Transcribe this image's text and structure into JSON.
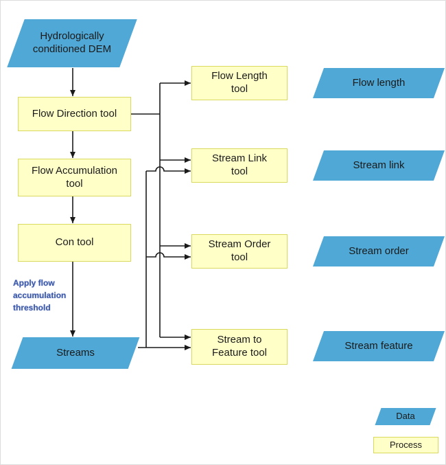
{
  "diagram": {
    "nodes": {
      "dem": {
        "label": "Hydrologically conditioned DEM",
        "shape": "data"
      },
      "flow_direction_tool": {
        "label": "Flow Direction tool",
        "shape": "process"
      },
      "flow_accumulation_tool": {
        "label": "Flow Accumulation tool",
        "shape": "process"
      },
      "con_tool": {
        "label": "Con tool",
        "shape": "process"
      },
      "streams": {
        "label": "Streams",
        "shape": "data"
      },
      "flow_length_tool": {
        "label": "Flow Length tool",
        "shape": "process"
      },
      "flow_length": {
        "label": "Flow length",
        "shape": "data"
      },
      "stream_link_tool": {
        "label": "Stream Link tool",
        "shape": "process"
      },
      "stream_link": {
        "label": "Stream link",
        "shape": "data"
      },
      "stream_order_tool": {
        "label": "Stream Order tool",
        "shape": "process"
      },
      "stream_order": {
        "label": "Stream order",
        "shape": "data"
      },
      "stream_to_feature_tool": {
        "label": "Stream to Feature tool",
        "shape": "process"
      },
      "stream_feature": {
        "label": "Stream feature",
        "shape": "data"
      }
    },
    "annotation": {
      "text": "Apply flow accumulation threshold"
    },
    "legend": {
      "data": "Data",
      "process": "Process"
    },
    "colors": {
      "data_fill": "#4fa8d5",
      "process_fill": "#ffffc8",
      "process_border": "#d9d95e",
      "line_color": "#1a1a1a",
      "text_color": "#1a1a1a",
      "annotation_color": "#3a57a8",
      "background": "#ffffff"
    }
  }
}
